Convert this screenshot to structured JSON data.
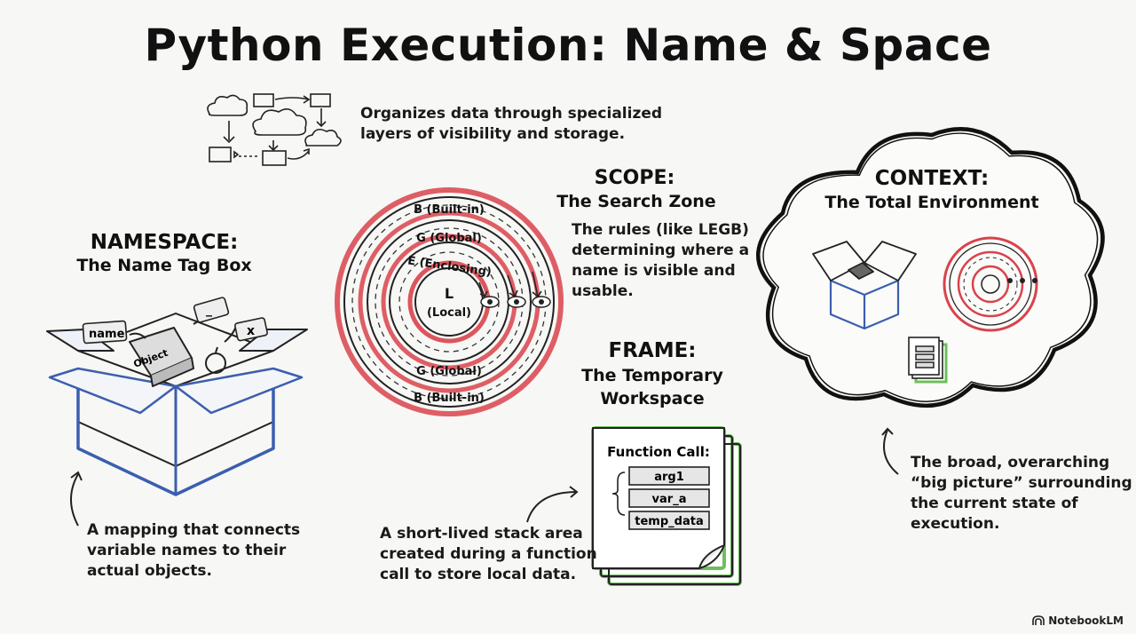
{
  "title": "Python Execution: Name & Space",
  "intro": {
    "line1": "Organizes data through specialized",
    "line2": "layers of visibility and storage."
  },
  "namespace": {
    "heading": "NAMESPACE:",
    "subheading": "The Name Tag Box",
    "tags": [
      "name",
      "Object",
      "_",
      "x"
    ],
    "desc": [
      "A mapping that connects",
      "variable names to their",
      "actual objects."
    ]
  },
  "scope": {
    "heading": "SCOPE:",
    "subheading": "The Search Zone",
    "desc": [
      "The rules (like LEGB)",
      "determining where a",
      "name is visible and",
      "usable."
    ],
    "rings": {
      "b_top": "B (Built-in)",
      "g_top": "G (Global)",
      "e_top": "E (Enclosing)",
      "l": "L",
      "l_sub": "(Local)",
      "g_bottom": "G (Global)",
      "b_bottom": "B (Built-in)"
    }
  },
  "frame": {
    "heading": "FRAME:",
    "subheading1": "The Temporary",
    "subheading2": "Workspace",
    "card_title": "Function Call:",
    "slots": [
      "arg1",
      "var_a",
      "temp_data"
    ],
    "desc": [
      "A short-lived stack area",
      "created during a function",
      "call to store local data."
    ]
  },
  "context": {
    "heading": "CONTEXT:",
    "subheading": "The Total Environment",
    "desc": [
      "The broad, overarching",
      "“big picture” surrounding",
      "the current state of",
      "execution."
    ]
  },
  "brand": "NotebookLM",
  "colors": {
    "blue": "#3b5fae",
    "red": "#d9434b",
    "green": "#6cbf5a",
    "ink": "#111111"
  }
}
